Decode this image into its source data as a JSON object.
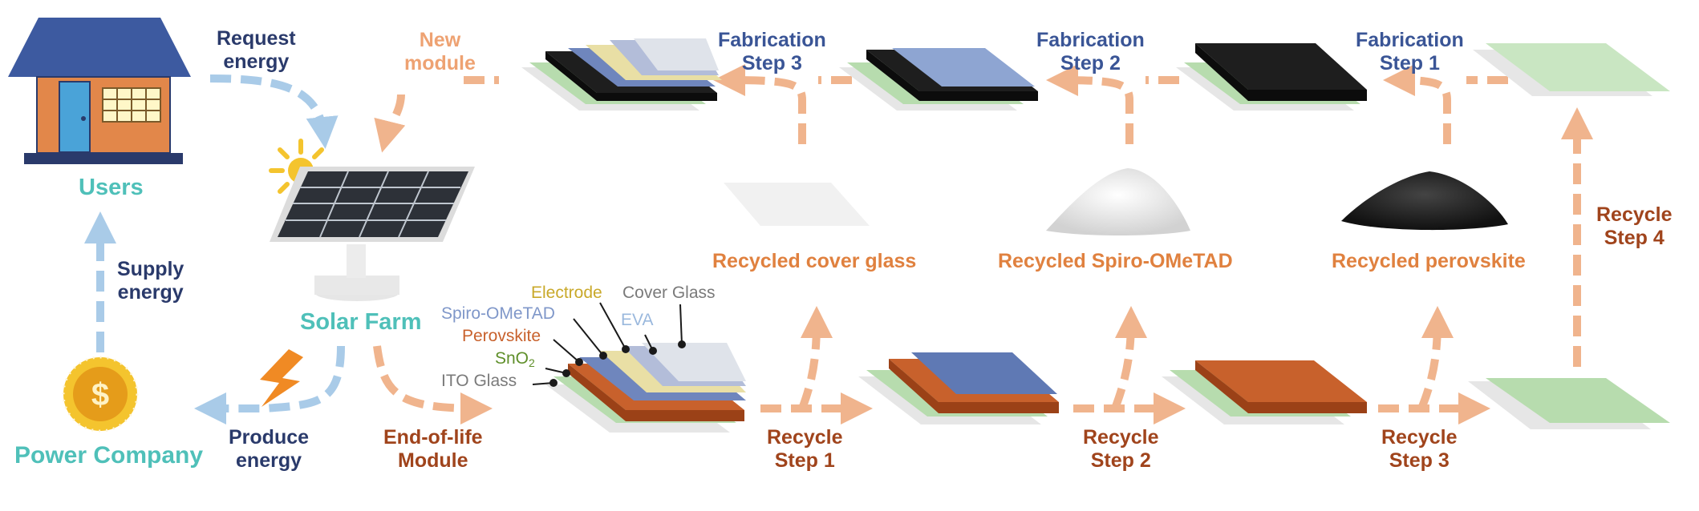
{
  "colors": {
    "blue_arrow": "#a9cbe8",
    "orange_arrow": "#f0b48d",
    "glass": "#e6e6e6",
    "ito": "#b7dcae",
    "perovskite": "#c8612c",
    "spiro": "#6f86bd",
    "eva": "#e9dfa5",
    "electrode": "#b3bdd9",
    "cover": "#dfe3ea",
    "black_layer": "#1e1e1e"
  },
  "icons": {
    "house": "house-icon",
    "sun": "sun-icon",
    "solar_panel": "solar-panel-icon",
    "coin": "dollar-coin-icon",
    "lightning": "lightning-bolt-icon"
  },
  "labels": {
    "users": "Users",
    "request_energy": [
      "Request",
      "energy"
    ],
    "supply_energy": [
      "Supply",
      "energy"
    ],
    "power_company": "Power Company",
    "produce_energy": [
      "Produce",
      "energy"
    ],
    "solar_farm": "Solar Farm",
    "new_module": [
      "New",
      "module"
    ],
    "end_of_life": [
      "End-of-life",
      "Module"
    ],
    "fab_step_3": [
      "Fabrication",
      "Step 3"
    ],
    "fab_step_2": [
      "Fabrication",
      "Step 2"
    ],
    "fab_step_1": [
      "Fabrication",
      "Step 1"
    ],
    "recycled_cover_glass": "Recycled cover glass",
    "recycled_spiro": "Recycled Spiro-OMeTAD",
    "recycled_perovskite": "Recycled perovskite",
    "recycle_step_1": [
      "Recycle",
      "Step 1"
    ],
    "recycle_step_2": [
      "Recycle",
      "Step 2"
    ],
    "recycle_step_3": [
      "Recycle",
      "Step 3"
    ],
    "recycle_step_4": [
      "Recycle",
      "Step 4"
    ]
  },
  "layers": {
    "electrode": "Electrode",
    "cover_glass": "Cover Glass",
    "spiro": "Spiro-OMeTAD",
    "eva": "EVA",
    "perovskite": "Perovskite",
    "sno2": "SnO",
    "sno2_sub": "2",
    "ito": "ITO Glass"
  }
}
